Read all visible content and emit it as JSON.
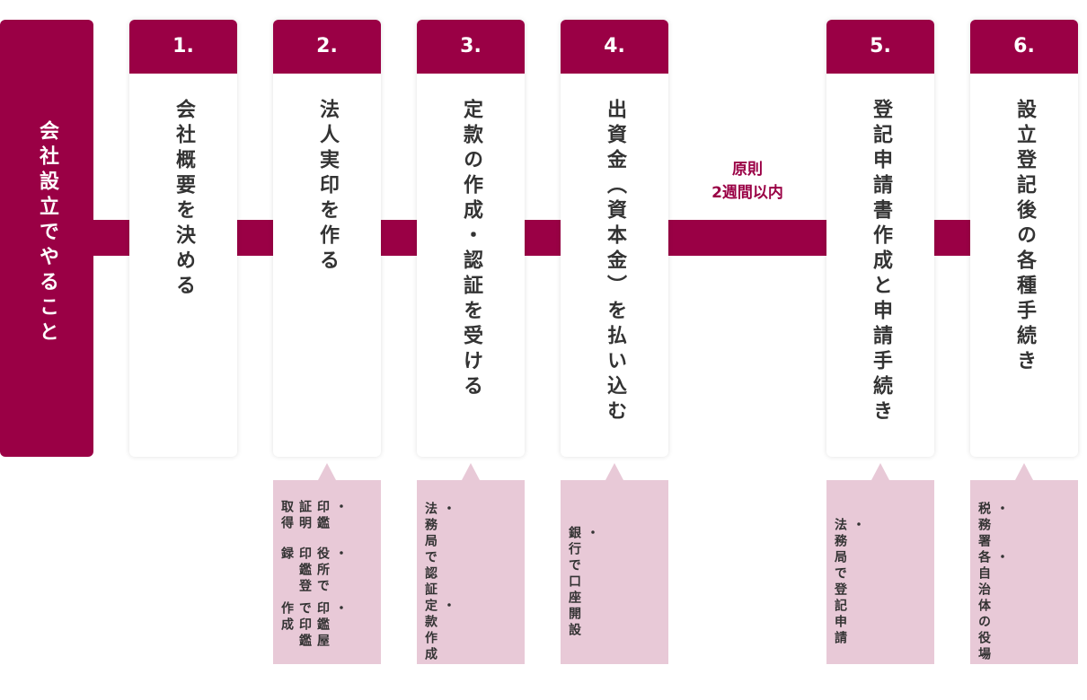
{
  "main": {
    "label": "会社設立でやること"
  },
  "steps": [
    {
      "num": "1.",
      "title": "会社概要を決める",
      "notes": []
    },
    {
      "num": "2.",
      "title": "法人実印を作る",
      "notes": [
        "印鑑証明取得",
        "役所で印鑑登録",
        "印鑑屋で印鑑作成"
      ]
    },
    {
      "num": "3.",
      "title": "定款の作成・認証を受ける",
      "notes": [
        "法務局で認証",
        "定款作成"
      ]
    },
    {
      "num": "4.",
      "title": "出資金（資本金）を払い込む",
      "notes": [
        "銀行で口座開設"
      ]
    },
    {
      "num": "5.",
      "title": "登記申請書作成と申請手続き",
      "notes": [
        "法務局で登記申請"
      ]
    },
    {
      "num": "6.",
      "title": "設立登記後の各種手続き",
      "notes": [
        "税務署",
        "各自治体の役場"
      ]
    }
  ],
  "gap_label": {
    "line1": "原則",
    "line2": "2週間以内"
  },
  "colors": {
    "accent": "#9a0045",
    "note_bg": "#e8c9d7",
    "text": "#333333"
  }
}
